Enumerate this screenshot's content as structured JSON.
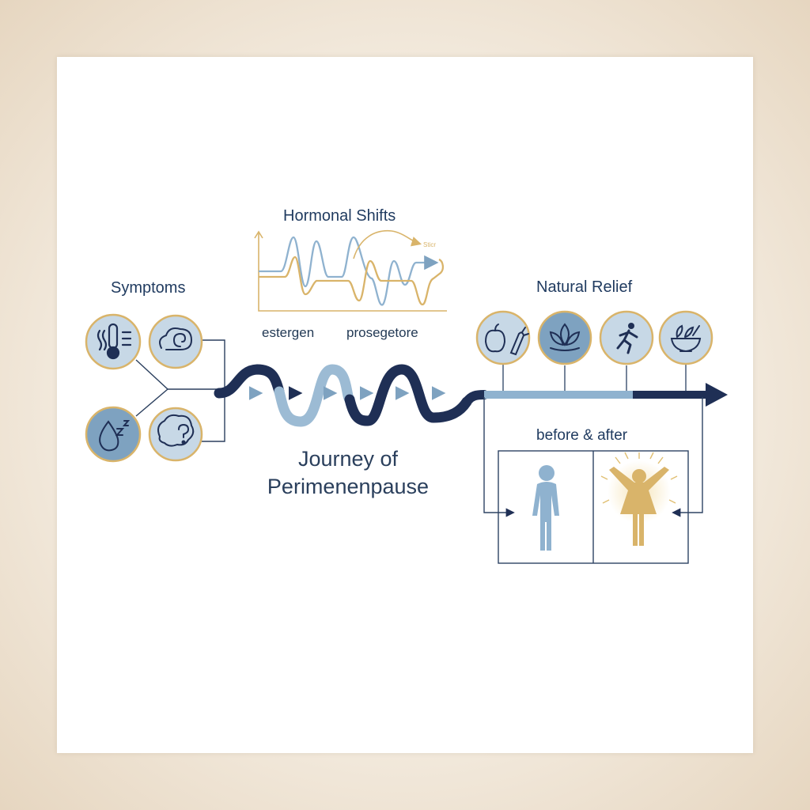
{
  "symptoms": {
    "title": "Symptoms"
  },
  "hormonal": {
    "title": "Hormonal Shifts",
    "labels": [
      "estergen",
      "prosegetore"
    ],
    "chart_annotation": "Sticr"
  },
  "relief": {
    "title": "Natural Relief"
  },
  "journey": {
    "line1": "Journey of",
    "line2": "Perimenenpause"
  },
  "before_after": {
    "title": "before & after"
  },
  "colors": {
    "navy": "#1f2f55",
    "light_blue": "#9cbbd4",
    "mid_blue": "#7ea2c0",
    "gold": "#d9b46a",
    "circle_fill": "#c7d8e6"
  },
  "icons": {
    "symptoms": [
      "thermometer-icon",
      "spiral-cloud-icon",
      "sleep-drop-icon",
      "brain-question-icon"
    ],
    "relief": [
      "fruit-vegetable-icon",
      "lotus-icon",
      "running-person-icon",
      "herbal-bowl-icon"
    ]
  }
}
